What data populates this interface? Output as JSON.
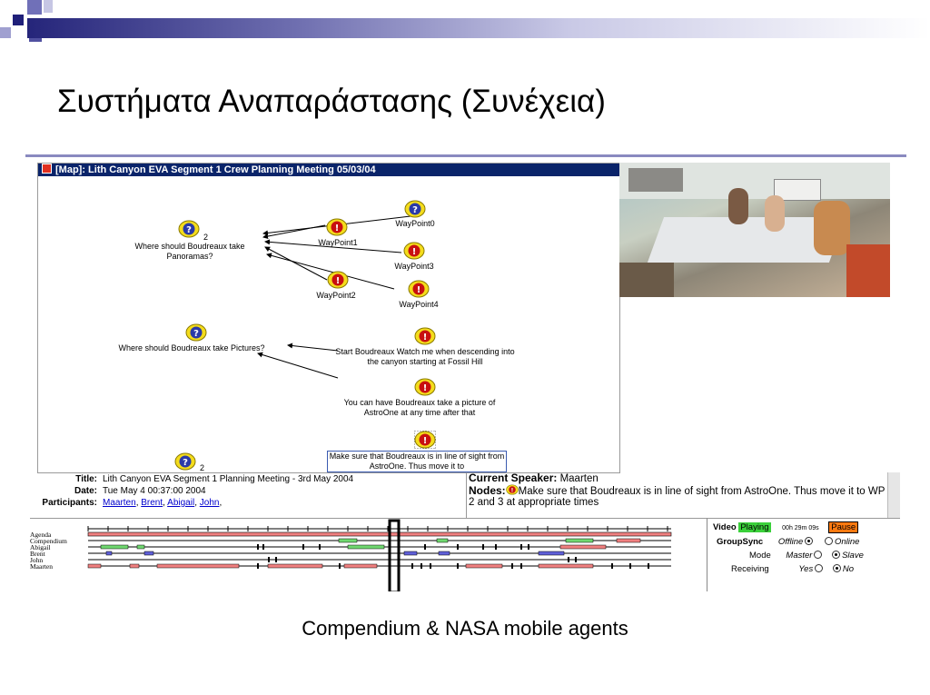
{
  "slide": {
    "title": "Συστήματα Αναπαράστασης (Συνέχεια)",
    "caption": "Compendium & NASA mobile agents"
  },
  "window": {
    "title": "[Map]: Lith Canyon EVA Segment 1 Crew Planning Meeting 05/03/04"
  },
  "map": {
    "image_label": "lithseg1wproute.jpg",
    "nodes": {
      "q1_label": "Where should Boudreaux take Panoramas?",
      "q1_count": "2",
      "wp0": "WayPoint0",
      "wp1": "WayPoint1",
      "wp2": "WayPoint2",
      "wp3": "WayPoint3",
      "wp4": "WayPoint4",
      "q2_label": "Where should Boudreaux take Pictures?",
      "start_label": "Start Boudreaux Watch me when descending into the canyon starting at Fossil Hill",
      "picture_label": "You can have Boudreaux take a picture of AstroOne at any time after that",
      "sight_label": "Make sure that Boudreaux is in line of sight from AstroOne. Thus move it to",
      "q3_count": "2"
    }
  },
  "details": {
    "title_key": "Title:",
    "title_val": "Lith Canyon EVA Segment 1 Planning Meeting - 3rd May 2004",
    "date_key": "Date:",
    "date_val": "Tue May 4 00:37:00 2004",
    "participants_key": "Participants:",
    "participants": [
      "Maarten",
      "Brent",
      "Abigail",
      "John"
    ]
  },
  "speaker": {
    "key": "Current Speaker:",
    "name": "Maarten",
    "nodes_key": "Nodes:",
    "nodes_text": "Make sure that Boudreaux is in line of sight from AstroOne. Thus move it to WP 2 and 3 at appropriate times"
  },
  "timeline": {
    "tracks": [
      "Agenda",
      "Compendium",
      "Abigail",
      "Brent",
      "John",
      "Maarten"
    ]
  },
  "controls": {
    "video_label": "Video",
    "video_status": "Playing",
    "time": "00h 29m 09s",
    "pause_label": "Pause",
    "groupsync_label": "GroupSync",
    "offline": "Offline",
    "online": "Online",
    "mode_label": "Mode",
    "master": "Master",
    "slave": "Slave",
    "receiving_label": "Receiving",
    "yes": "Yes",
    "no": "No"
  },
  "colors": {
    "question": "#f4dc1c",
    "issue": "#c81010",
    "timeline_red": "#f08080",
    "timeline_green": "#70d870",
    "timeline_blue": "#6060d8",
    "title_bar": "#0a246a"
  }
}
